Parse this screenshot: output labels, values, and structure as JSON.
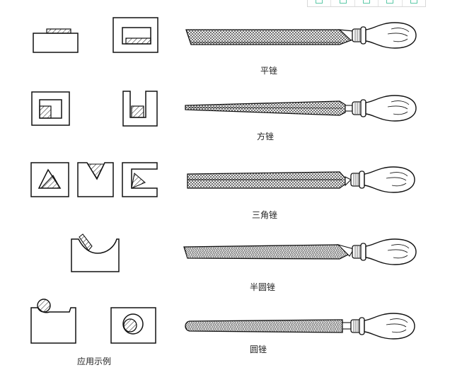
{
  "toolbar": {
    "buttons": [
      {
        "icon": "image-icon"
      },
      {
        "icon": "fullscreen-icon"
      },
      {
        "icon": "gallery-icon"
      },
      {
        "icon": "window-icon"
      },
      {
        "icon": "settings-icon"
      }
    ],
    "icon_color": "#5cc9a7"
  },
  "files": [
    {
      "label": "平锉",
      "type": "flat"
    },
    {
      "label": "方锉",
      "type": "square"
    },
    {
      "label": "三角锉",
      "type": "triangular"
    },
    {
      "label": "半圆锉",
      "type": "half-round"
    },
    {
      "label": "圆锉",
      "type": "round"
    }
  ],
  "applications": {
    "caption": "应用示例"
  },
  "colors": {
    "line": "#111111",
    "background": "#ffffff"
  }
}
